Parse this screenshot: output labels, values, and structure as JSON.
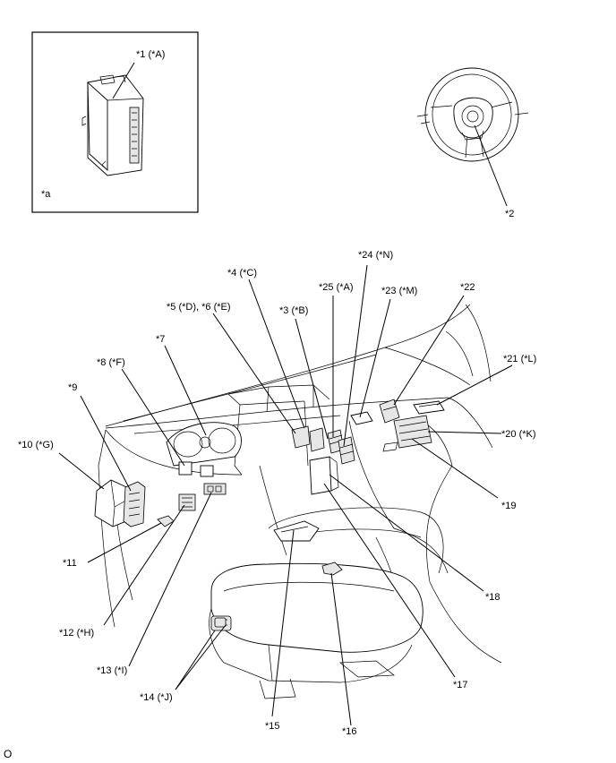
{
  "inset": {
    "label_a": "*a",
    "callout": "*1 (*A)"
  },
  "steering_callout": "*2",
  "callouts": {
    "c3": "*3 (*B)",
    "c4": "*4 (*C)",
    "c56": "*5 (*D), *6 (*E)",
    "c7": "*7",
    "c8": "*8 (*F)",
    "c9": "*9",
    "c10": "*10 (*G)",
    "c11": "*11",
    "c12": "*12 (*H)",
    "c13": "*13 (*I)",
    "c14": "*14 (*J)",
    "c15": "*15",
    "c16": "*16",
    "c17": "*17",
    "c18": "*18",
    "c19": "*19",
    "c20": "*20 (*K)",
    "c21": "*21 (*L)",
    "c22": "*22",
    "c23": "*23 (*M)",
    "c24": "*24 (*N)",
    "c25": "*25 (*A)"
  },
  "footer_code": "O"
}
